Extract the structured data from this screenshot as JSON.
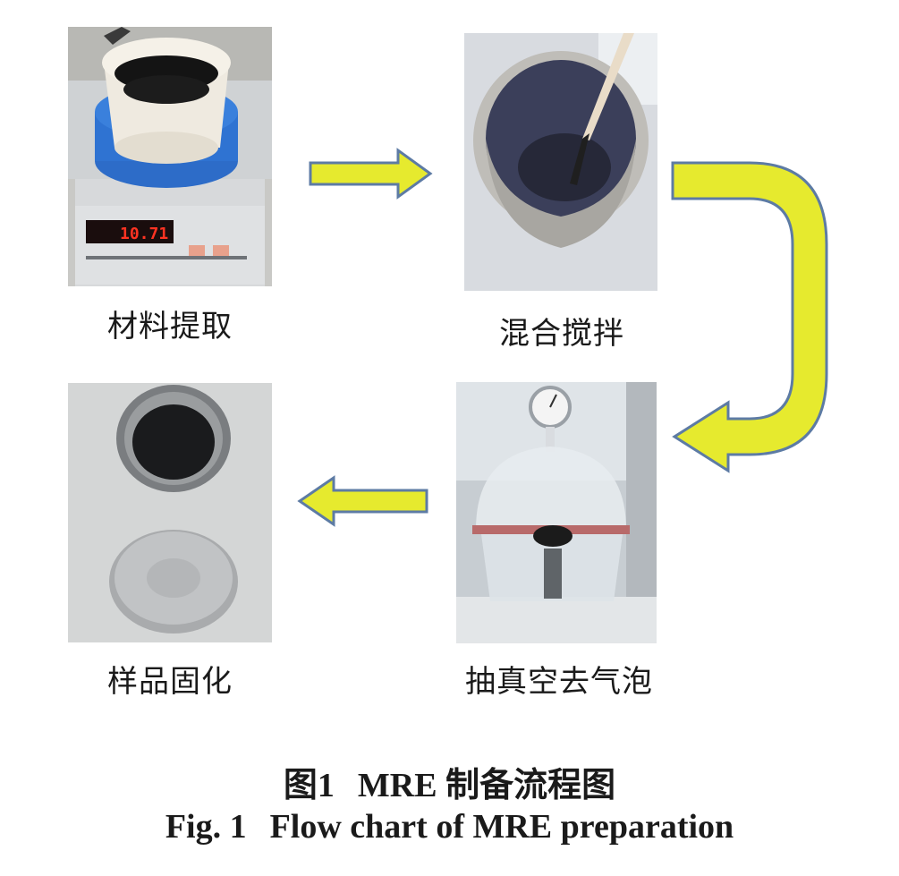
{
  "steps": {
    "s1": {
      "label": "材料提取",
      "display": "10.71"
    },
    "s2": {
      "label": "混合搅拌"
    },
    "s3": {
      "label": "抽真空去气泡"
    },
    "s4": {
      "label": "样品固化"
    }
  },
  "caption": {
    "cn_fig": "图1",
    "cn_title": "MRE 制备流程图",
    "en_fig": "Fig. 1",
    "en_title": "Flow chart of MRE preparation"
  },
  "colors": {
    "arrow_fill": "#e6ea2e",
    "arrow_stroke": "#5d7ba4",
    "display_red": "#ff3322"
  }
}
